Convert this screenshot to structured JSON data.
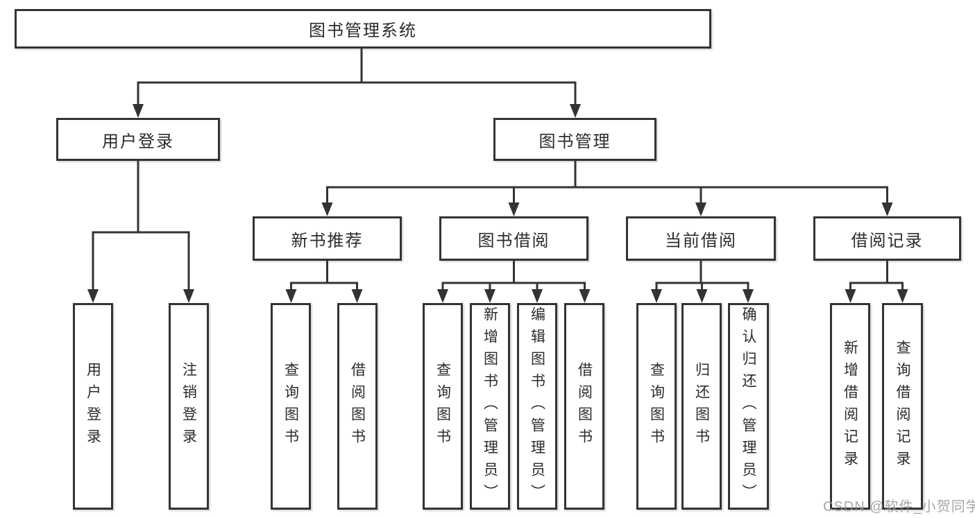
{
  "tree": {
    "label": "图书管理系统",
    "children": [
      {
        "label": "用户登录",
        "children": [
          {
            "label": "用户登录"
          },
          {
            "label": "注销登录"
          }
        ]
      },
      {
        "label": "图书管理",
        "children": [
          {
            "label": "新书推荐",
            "children": [
              {
                "label": "查询图书"
              },
              {
                "label": "借阅图书"
              }
            ]
          },
          {
            "label": "图书借阅",
            "children": [
              {
                "label": "查询图书"
              },
              {
                "label": "新增图书（管理员）"
              },
              {
                "label": "编辑图书（管理员）"
              },
              {
                "label": "借阅图书"
              }
            ]
          },
          {
            "label": "当前借阅",
            "children": [
              {
                "label": "查询图书"
              },
              {
                "label": "归还图书"
              },
              {
                "label": "确认归还（管理员）"
              }
            ]
          },
          {
            "label": "借阅记录",
            "children": [
              {
                "label": "新增借阅记录"
              },
              {
                "label": "查询借阅记录"
              }
            ]
          }
        ]
      }
    ]
  },
  "watermark": "CSDN @软件_小贺同学",
  "colors": {
    "line": "#333333",
    "box_border": "#333333",
    "box_fill": "#ffffff",
    "text": "#2b2b2b",
    "watermark": "#969696"
  }
}
